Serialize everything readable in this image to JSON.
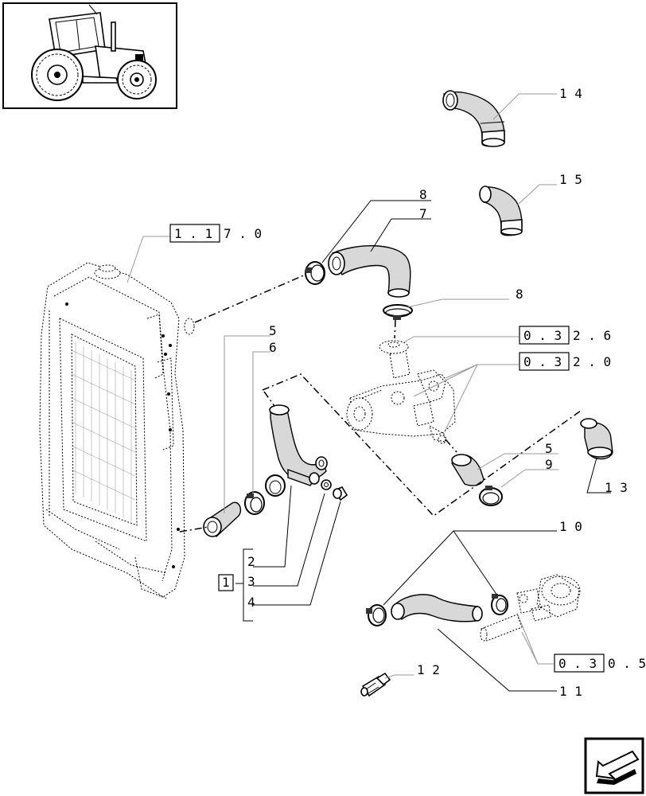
{
  "callouts": {
    "c14": "1 4",
    "c15": "1 5",
    "c8a": "8",
    "c7": "7",
    "c8b": "8",
    "c5a": "5",
    "c6": "6",
    "c5b": "5",
    "c9": "9",
    "c13": "1 3",
    "c10": "1 0",
    "c11": "1 1",
    "c12": "1 2",
    "c2": "2",
    "c3": "3",
    "c4": "4",
    "c1": "1"
  },
  "refs": {
    "r1170_boxed": "1 . 1",
    "r1170_rest": "7 . 0",
    "r0326_boxed": "0 . 3",
    "r0326_rest": "2 . 6",
    "r0320_boxed": "0 . 3",
    "r0320_rest": "2 . 0",
    "r0305_boxed": "0 . 3",
    "r0305_rest": "0 . 5"
  },
  "icons": {
    "thumbnail": "tractor-thumbnail-icon",
    "nav": "arrow-nav-icon"
  }
}
